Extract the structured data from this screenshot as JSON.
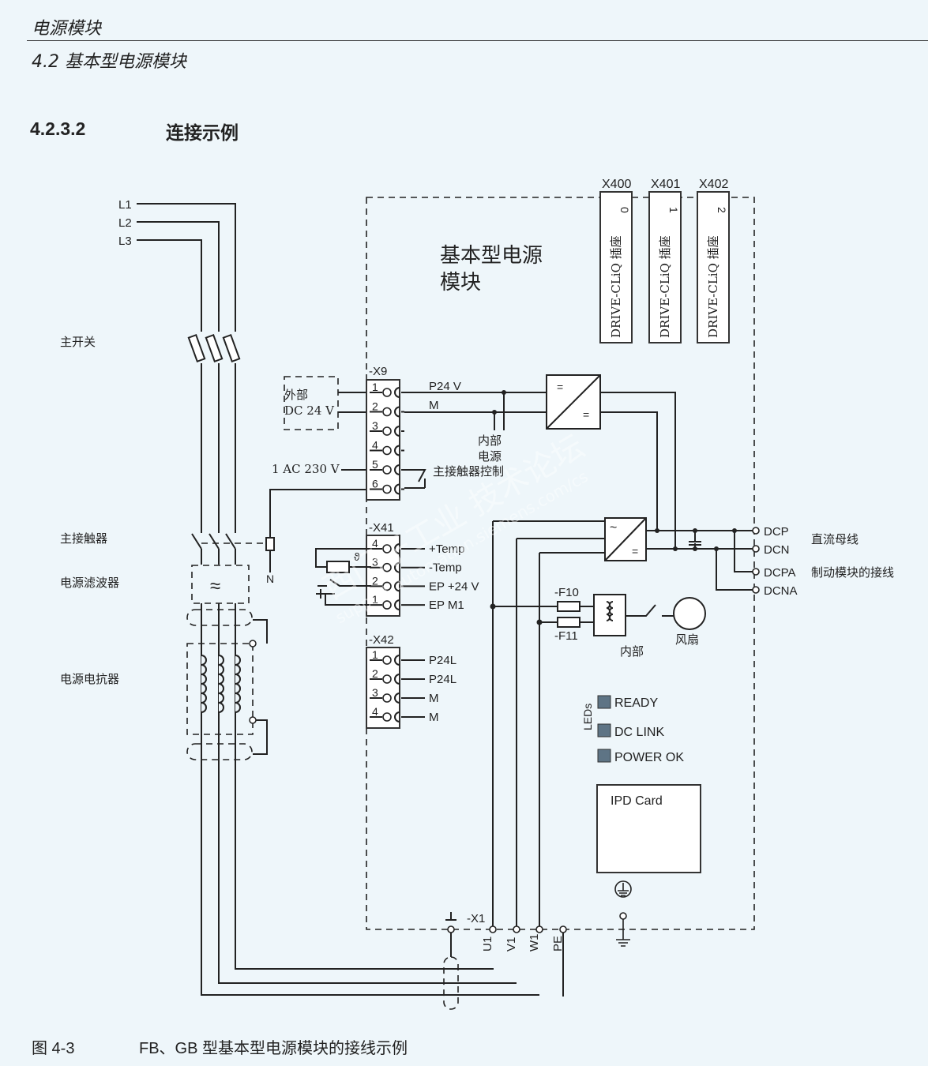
{
  "header": {
    "chapter": "电源模块",
    "section": "4.2 基本型电源模块"
  },
  "section": {
    "number": "4.2.3.2",
    "title": "连接示例"
  },
  "diagram": {
    "lines": [
      "L1",
      "L2",
      "L3"
    ],
    "left_labels": {
      "main_switch": "主开关",
      "main_contactor": "主接触器",
      "line_filter": "电源滤波器",
      "line_reactor": "电源电抗器"
    },
    "module_title_1": "基本型电源",
    "module_title_2": "模块",
    "cliq": [
      {
        "name": "X400",
        "num": "0",
        "label": "DRIVE-CLiQ 插座"
      },
      {
        "name": "X401",
        "num": "1",
        "label": "DRIVE-CLiQ 插座"
      },
      {
        "name": "X402",
        "num": "2",
        "label": "DRIVE-CLiQ 插座"
      }
    ],
    "ext_supply_1": "外部",
    "ext_supply_2": "DC 24 V",
    "ac_supply": "1 AC 230 V",
    "neutral": "N",
    "x9": {
      "name": "-X9",
      "pins": [
        "1",
        "2",
        "3",
        "4",
        "5",
        "6"
      ],
      "p24": "P24 V",
      "m": "M",
      "internal_1": "内部",
      "internal_2": "电源",
      "contactor_ctrl": "主接触器控制"
    },
    "x41": {
      "name": "-X41",
      "pins": [
        "4",
        "3",
        "2",
        "1"
      ],
      "signals": [
        "+Temp",
        "-Temp",
        "EP +24 V",
        "EP M1"
      ],
      "theta": "ϑ"
    },
    "x42": {
      "name": "-X42",
      "pins": [
        "1",
        "2",
        "3",
        "4"
      ],
      "signals": [
        "P24L",
        "P24L",
        "M",
        "M"
      ]
    },
    "dc": {
      "dcp": "DCP",
      "dcn": "DCN",
      "dcpa": "DCPA",
      "dcna": "DCNA",
      "dc_bus": "直流母线",
      "brake": "制动模块的接线"
    },
    "fuses": [
      "-F10",
      "-F11"
    ],
    "internal": "内部",
    "fan": "风扇",
    "leds_label": "LEDs",
    "leds": [
      "READY",
      "DC LINK",
      "POWER OK"
    ],
    "ipd": "IPD Card",
    "x1": {
      "name": "-X1",
      "terminals": [
        "U1",
        "V1",
        "W1",
        "PE"
      ]
    },
    "conv_eq": "=",
    "conv_ac": "~",
    "filter_sym": "≈",
    "watermark_1": "西门子工业  技术论坛",
    "watermark_2": "support.automation.siemens.com/cs",
    "colors": {
      "module_fill": "#f7d9a6",
      "background": "#eef6fa",
      "led": "#5e7485"
    }
  },
  "caption": {
    "number": "图 4-3",
    "text": "FB、GB 型基本型电源模块的接线示例"
  }
}
